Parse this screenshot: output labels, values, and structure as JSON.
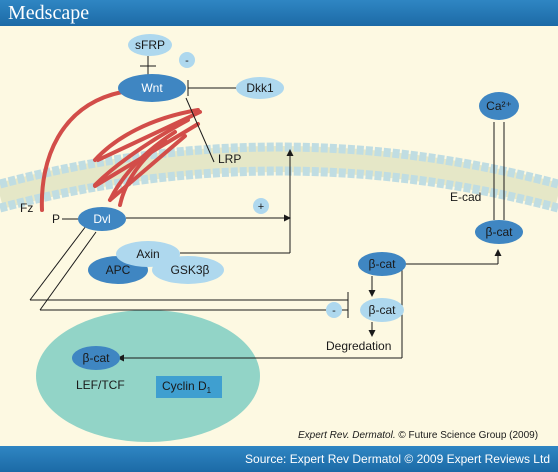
{
  "header": {
    "brand": "Medscape"
  },
  "nodes": {
    "sfrp": "sFRP",
    "wnt": "Wnt",
    "dkk1": "Dkk1",
    "lrp": "LRP",
    "fz": "Fz",
    "p": "P",
    "dvl": "Dvl",
    "axin": "Axin",
    "apc": "APC",
    "gsk3b": "GSK3β",
    "ca": "Ca²⁺",
    "ecad": "E-cad",
    "bcat_membrane": "β-cat",
    "bcat_cyto": "β-cat",
    "bcat_degraded": "β-cat",
    "degredation": "Degredation",
    "bcat_nucleus": "β-cat",
    "leftcf": "LEF/TCF",
    "cyclin": "Cyclin D",
    "cyclin_sub": "1"
  },
  "signs": {
    "minus_top": "-",
    "plus": "+",
    "minus_bottom": "-"
  },
  "citation": {
    "journal": "Expert Rev. Dermatol.",
    "rest": " © Future Science Group (2009)"
  },
  "footer": {
    "source": "Source: Expert Rev Dermatol © 2009 Expert Reviews Ltd"
  },
  "colors": {
    "header_bg": "#1c6aa6",
    "background": "#fdf9e2",
    "node_dark": "#3f86c2",
    "node_light": "#aed8ee",
    "nucleus": "#6ec7be",
    "receptor": "#d24d49",
    "membrane_bead": "#c0dde2",
    "membrane_core": "#e5e7c7"
  }
}
